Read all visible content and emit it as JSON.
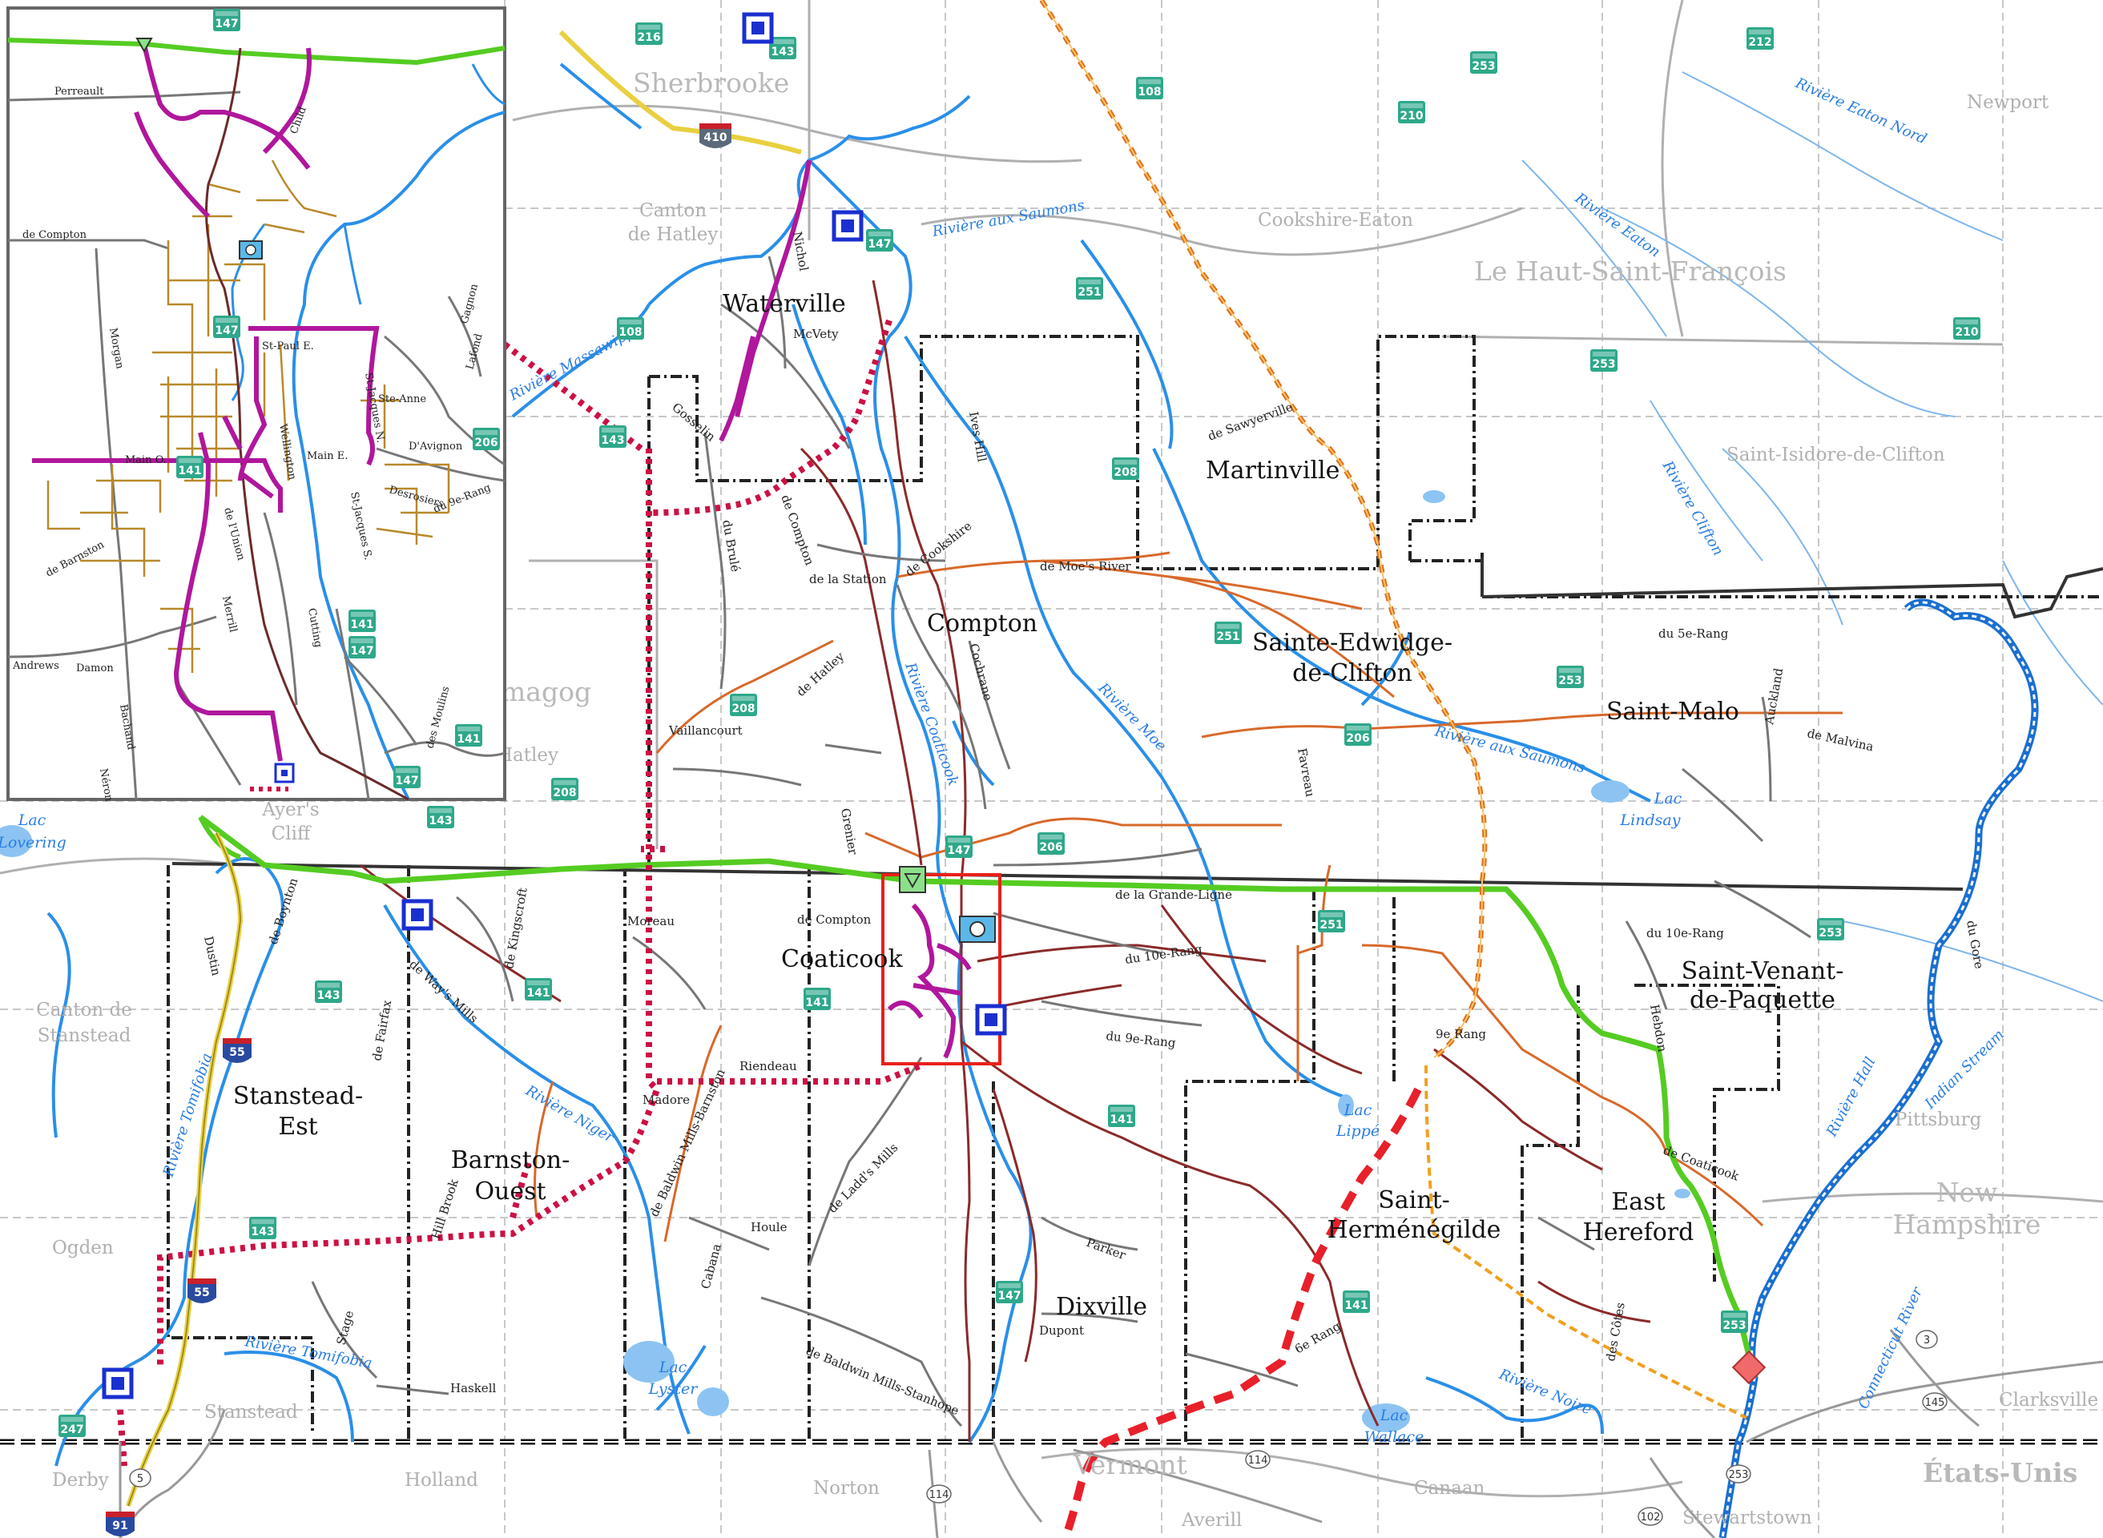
{
  "colors": {
    "water": "#2a8fe8",
    "route_green": "#55cc22",
    "trail_magenta": "#b0179c",
    "dotted_red": "#cc1144",
    "dashed_red": "#e8202a",
    "dashed_orange": "#f0a020",
    "road_orange": "#d8692a",
    "road_brown": "#8b2a2a",
    "boundary": "#222222",
    "shield_green": "#2ea88a",
    "inset_street": "#b8892a",
    "highlight_box": "#e8201a"
  },
  "regions": {
    "sherbrooke": "Sherbrooke",
    "canton_hatley_1": "Canton",
    "canton_hatley_2": "de Hatley",
    "cookshire": "Cookshire-Eaton",
    "haut_st_francois": "Le Haut-Saint-François",
    "newport": "Newport",
    "st_isidore": "Saint-Isidore-de-Clifton",
    "magog": "magog",
    "hatley": "Hatley",
    "ayers_1": "Ayer's",
    "ayers_2": "Cliff",
    "canton_stanstead_1": "Canton de",
    "canton_stanstead_2": "Stanstead",
    "ogden": "Ogden",
    "stanstead": "Stanstead",
    "derby": "Derby",
    "holland": "Holland",
    "vermont": "Vermont",
    "norton": "Norton",
    "averill": "Averill",
    "canaan": "Canaan",
    "stewartstown": "Stewartstown",
    "pittsburg": "Pittsburg",
    "nh_1": "New",
    "nh_2": "Hampshire",
    "clarksville": "Clarksville",
    "etats_unis": "États-Unis"
  },
  "municipalities": {
    "waterville": "Waterville",
    "compton": "Compton",
    "martinville": "Martinville",
    "ste_edwidge_1": "Sainte-Edwidge-",
    "ste_edwidge_2": "de-Clifton",
    "st_malo": "Saint-Malo",
    "coaticook": "Coaticook",
    "st_venant_1": "Saint-Venant-",
    "st_venant_2": "de-Paquette",
    "stanstead_est_1": "Stanstead-",
    "stanstead_est_2": "Est",
    "barnston_1": "Barnston-",
    "barnston_2": "Ouest",
    "st_hermenegilde_1": "Saint-",
    "st_hermenegilde_2": "Herménégilde",
    "east_hereford_1": "East",
    "east_hereford_2": "Hereford",
    "dixville": "Dixville"
  },
  "rivers": {
    "massawippi": "Rivière Massawippi",
    "aux_saumons_n": "Rivière aux Saumons",
    "eaton_nord": "Rivière Eaton Nord",
    "eaton": "Rivière Eaton",
    "clifton": "Rivière Clifton",
    "coaticook": "Rivière Coaticook",
    "moe": "Rivière Moe",
    "aux_saumons": "Rivière aux Saumons",
    "tomifobia_1": "Rivière Tomifobia",
    "niger": "Rivière Niger",
    "tomifobia_2": "Rivière Tomifobia",
    "noire": "Rivière Noire",
    "hall": "Rivière Hall",
    "indian": "Indian Stream",
    "connecticut": "Connecticut River"
  },
  "lakes": {
    "lovering_1": "Lac",
    "lovering_2": "Lovering",
    "lindsay_1": "Lac",
    "lindsay_2": "Lindsay",
    "lippe_1": "Lac",
    "lippe_2": "Lippé",
    "lyster_1": "Lac",
    "lyster_2": "Lyster",
    "wallace_1": "Lac",
    "wallace_2": "Wallace"
  },
  "roads": {
    "nichol": "Nichol",
    "mcvety": "McVety",
    "gosselin": "Gosselin",
    "ives_hill": "Ives Hill",
    "sawyerville": "de Sawyerville",
    "du_brule": "du Brulé",
    "de_compton_n": "de Compton",
    "de_la_station": "de la Station",
    "de_cookshire": "de Cookshire",
    "moes_river": "de Moe's River",
    "du_5e_rang": "du 5e-Rang",
    "de_hatley": "de Hatley",
    "cochrane": "Cochrane",
    "de_malvina": "de Malvina",
    "auckland": "Auckland",
    "vaillancourt": "Vaillancourt",
    "favreau": "Favreau",
    "grenier": "Grenier",
    "dustin": "Dustin",
    "de_boynton": "de Boynton",
    "kingscroft": "de Kingscroft",
    "moreau": "Moreau",
    "de_compton_s": "de Compton",
    "grande_ligne": "de la Grande-Ligne",
    "du_10e_rang_w": "du 10e-Rang",
    "du_10e_rang_e": "du 10e-Rang",
    "du_gore": "du Gore",
    "ways_mills": "de Way's Mills",
    "de_fairfax": "de Fairfax",
    "du_9e_rang": "du 9e-Rang",
    "nine_e_rang": "9e Rang",
    "hebdon": "Hebdon",
    "riendeau": "Riendeau",
    "madore": "Madore",
    "baldwin_barnston": "de Baldwin Mills-Barnston",
    "ladds_mills": "de Ladd's Mills",
    "de_coaticook": "de Coaticook",
    "hill_brook": "Hill Brook",
    "houle": "Houle",
    "cabana": "Cabana",
    "parker": "Parker",
    "dupont": "Dupont",
    "sixe_rang": "6e Rang",
    "des_cotes": "des Côtes",
    "stage": "Stage",
    "haskell": "Haskell",
    "baldwin_stanhope": "de Baldwin Mills-Stanhope"
  },
  "inset_roads": {
    "perreault": "Perreault",
    "child": "Child",
    "de_compton": "de Compton",
    "morgan": "Morgan",
    "gagnon": "Gagnon",
    "lafond": "Lafond",
    "st_paul": "St-Paul E.",
    "ste_anne": "Ste-Anne",
    "st_jacques_n": "St-Jacques N.",
    "davignon": "D'Avignon",
    "main_o": "Main O.",
    "main_e": "Main E.",
    "wellington": "Wellington",
    "desrosiers": "Desrosiers",
    "du_9e_rang": "du 9e-Rang",
    "de_barnston": "de Barnston",
    "de_lunion": "de l'Union",
    "st_jacques_s": "St-Jacques S.",
    "merrill": "Merrill",
    "cutting": "Cutting",
    "andrews": "Andrews",
    "damon": "Damon",
    "bachand": "Bachand",
    "neron": "Néron",
    "des_moulins": "des Moulins"
  },
  "shields": {
    "s216": "216",
    "s143a": "143",
    "s253a": "253",
    "s212": "212",
    "s108a": "108",
    "s210a": "210",
    "s147a": "147",
    "s251a": "251",
    "s108b": "108",
    "s143b": "143",
    "s208a": "208",
    "s253b": "253",
    "s210b": "210",
    "s251b": "251",
    "s253c": "253",
    "s208b": "208",
    "s206a": "206",
    "s143c": "143",
    "s208c": "208",
    "s147b": "147",
    "s206b": "206",
    "s251c": "251",
    "s253d": "253",
    "s143d": "143",
    "s141a": "141",
    "s141b": "141",
    "s141c": "141",
    "s143e": "143",
    "s147c": "147",
    "s141d": "141",
    "s253e": "253",
    "s247": "247",
    "i_147": "147",
    "i_206": "206",
    "i_141a": "141",
    "i_147b": "147",
    "i_141b": "141",
    "i_147c": "147",
    "i_141c": "141",
    "i_147d": "147"
  },
  "interstates": {
    "a410": "410",
    "i55a": "55",
    "i55b": "55",
    "i91": "91"
  },
  "us_routes": {
    "vt5": "5",
    "vt114a": "114",
    "vt114b": "114",
    "nh102": "102",
    "nh253": "253",
    "nh3": "3",
    "nh145": "145"
  },
  "icons": [
    "info-centre-icon",
    "border-crossing-icon",
    "hospital-icon",
    "tourist-info-icon"
  ]
}
